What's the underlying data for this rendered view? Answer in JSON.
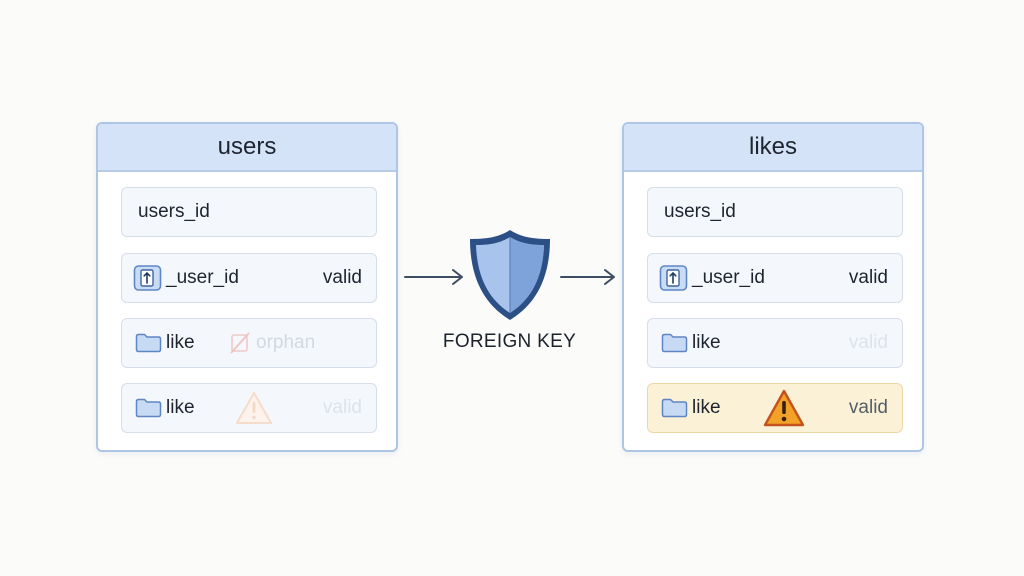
{
  "diagram": {
    "tables": [
      {
        "title": "users",
        "rows": [
          {
            "label": "users_id"
          },
          {
            "label": "_user_id",
            "icon": "key-icon",
            "status": "valid"
          },
          {
            "label": "like",
            "icon": "folder-icon",
            "status": "orphan",
            "status_icon": "strikethrough-icon"
          },
          {
            "label": "like",
            "icon": "folder-icon",
            "status": "valid",
            "status_icon": "warning-icon"
          }
        ]
      },
      {
        "title": "likes",
        "rows": [
          {
            "label": "users_id"
          },
          {
            "label": "_user_id",
            "icon": "key-icon",
            "status": "valid"
          },
          {
            "label": "like",
            "icon": "folder-icon",
            "status": "valid"
          },
          {
            "label": "like",
            "icon": "folder-icon",
            "status": "valid",
            "status_icon": "warning-icon"
          }
        ]
      }
    ],
    "connector": {
      "label": "FOREIGN KEY",
      "icon": "shield-icon"
    },
    "colors": {
      "accent_blue": "#8fb2e6",
      "header_fill": "#d4e3f7",
      "warning_fill": "#fbf1d6",
      "warning_icon": "#e79a21"
    }
  }
}
